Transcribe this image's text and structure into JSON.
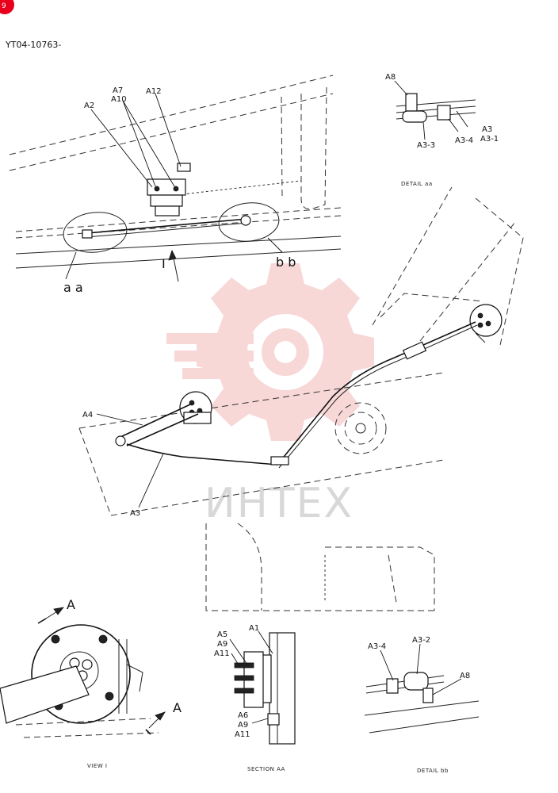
{
  "drawing": {
    "code": "YT04-10763-",
    "watermark_text": "ИНТЕХ",
    "brand_color": "#e8001c",
    "watermark_color": "#f4b7b7"
  },
  "top_view": {
    "labels": [
      "A7",
      "A10",
      "A2",
      "A12"
    ],
    "callout_aa": "a a",
    "callout_bb": "b b",
    "view_arrow": "I"
  },
  "detail_aa": {
    "labels": [
      "A8",
      "A3",
      "A3-1",
      "A3-3",
      "A3-4"
    ],
    "caption": "DETAIL aa"
  },
  "main_view": {
    "labels": [
      "A4",
      "A3"
    ]
  },
  "view_i": {
    "section_marks": [
      "A",
      "A"
    ],
    "caption": "VIEW I"
  },
  "section_aa": {
    "labels": [
      "A5",
      "A1",
      "A9",
      "A11",
      "A6",
      "A9",
      "A11"
    ],
    "caption": "SECTION AA"
  },
  "detail_bb": {
    "labels": [
      "A3-4",
      "A3-2",
      "A8"
    ],
    "caption": "DETAIL bb"
  }
}
